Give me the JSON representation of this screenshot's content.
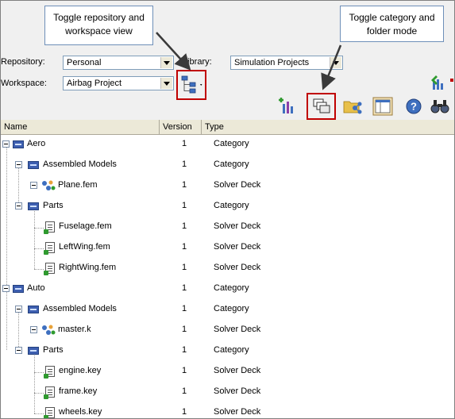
{
  "callouts": {
    "left": "Toggle repository and workspace view",
    "right": "Toggle category and folder mode"
  },
  "form": {
    "repository_label": "Repository:",
    "repository_value": "Personal",
    "library_label": "Library:",
    "library_value": "Simulation Projects",
    "workspace_label": "Workspace:",
    "workspace_value": "Airbag Project"
  },
  "columns": {
    "name": "Name",
    "version": "Version",
    "type": "Type"
  },
  "rows": [
    {
      "name": "Aero",
      "version": "1",
      "type": "Category",
      "icon": "category-icon",
      "level": 0
    },
    {
      "name": "Assembled Models",
      "version": "1",
      "type": "Category",
      "icon": "category-icon",
      "level": 1
    },
    {
      "name": "Plane.fem",
      "version": "1",
      "type": "Solver Deck",
      "icon": "assembly-icon",
      "level": 2
    },
    {
      "name": "Parts",
      "version": "1",
      "type": "Category",
      "icon": "category-icon",
      "level": 1
    },
    {
      "name": "Fuselage.fem",
      "version": "1",
      "type": "Solver Deck",
      "icon": "document-icon",
      "level": 2
    },
    {
      "name": "LeftWing.fem",
      "version": "1",
      "type": "Solver Deck",
      "icon": "document-icon",
      "level": 2
    },
    {
      "name": "RightWing.fem",
      "version": "1",
      "type": "Solver Deck",
      "icon": "document-icon",
      "level": 2
    },
    {
      "name": "Auto",
      "version": "1",
      "type": "Category",
      "icon": "category-icon",
      "level": 0
    },
    {
      "name": "Assembled Models",
      "version": "1",
      "type": "Category",
      "icon": "category-icon",
      "level": 1
    },
    {
      "name": "master.k",
      "version": "1",
      "type": "Solver Deck",
      "icon": "assembly-icon",
      "level": 2
    },
    {
      "name": "Parts",
      "version": "1",
      "type": "Category",
      "icon": "category-icon",
      "level": 1
    },
    {
      "name": "engine.key",
      "version": "1",
      "type": "Solver Deck",
      "icon": "document-icon",
      "level": 2
    },
    {
      "name": "frame.key",
      "version": "1",
      "type": "Solver Deck",
      "icon": "document-icon",
      "level": 2
    },
    {
      "name": "wheels.key",
      "version": "1",
      "type": "Solver Deck",
      "icon": "document-icon",
      "level": 2
    }
  ],
  "colors": {
    "highlight": "#c00000",
    "callout_border": "#6e8fb8",
    "category_blue": "#3e5fb0"
  }
}
